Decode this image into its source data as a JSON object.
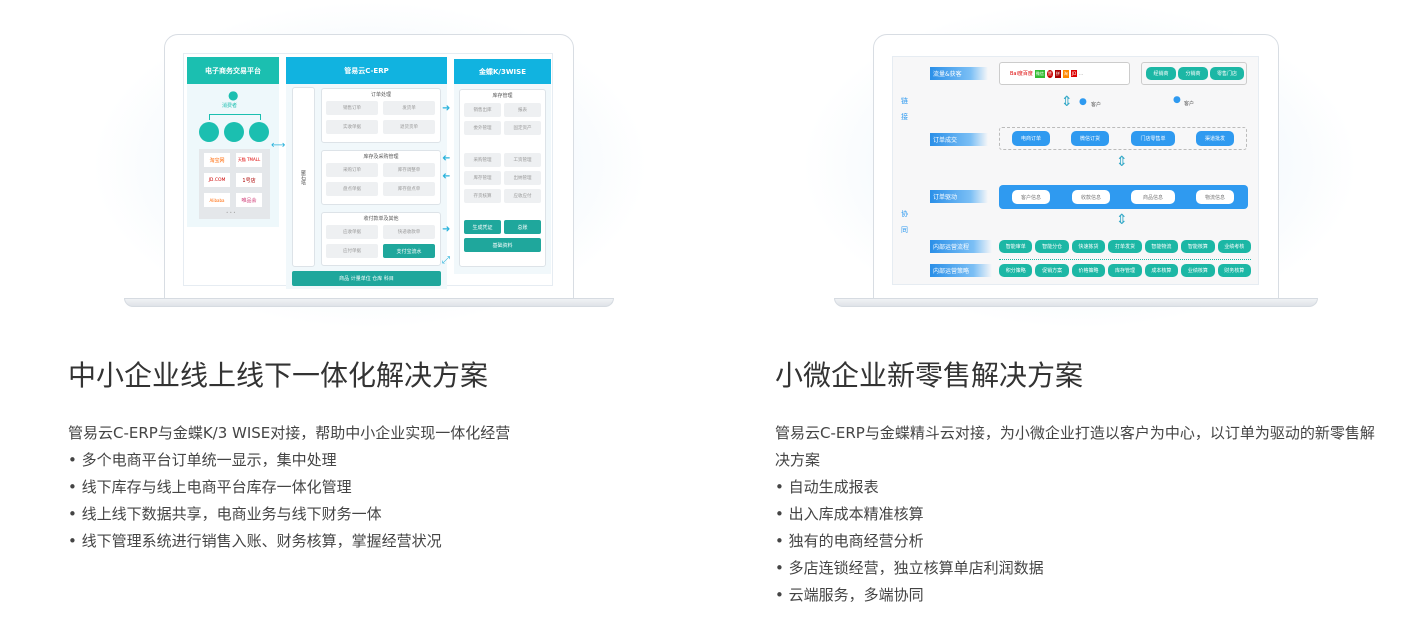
{
  "left": {
    "title": "中小企业线上线下一体化解决方案",
    "intro": "管易云C-ERP与金蝶K/3 WISE对接，帮助中小企业实现一体化经营",
    "bullets": [
      "• 多个电商平台订单统一显示，集中处理",
      "• 线下库存与线上电商平台库存一体化管理",
      "• 线上线下数据共享，电商业务与线下财务一体",
      "• 线下管理系统进行销售入账、财务核算，掌握经营状况"
    ],
    "diagram": {
      "p1": "电子商务交易平台",
      "consumer": "消费者",
      "platforms": [
        "淘宝网",
        "天猫 TMALL",
        "JD.COM",
        "1号店",
        "Alibaba",
        "唯品会"
      ],
      "more": "• • •",
      "p2": "管易云C-ERP",
      "jushita": "聚石塔",
      "g1": {
        "title": "订单处理",
        "items": [
          "销售订单",
          "发货单",
          "实收单据",
          "退货货单"
        ]
      },
      "g2": {
        "title": "库存及采购管理",
        "items": [
          "采购订单",
          "库存调整单",
          "盘点单据",
          "库存盘点单"
        ]
      },
      "g3": {
        "title": "收付款单及其他",
        "items": [
          "应收单据",
          "快递收款单",
          "应付单据",
          "支付宝流水"
        ]
      },
      "bottom": "商品 计量单位 仓库 科目",
      "p3": "金蝶K/3WISE",
      "stock": "库存管理",
      "k1": [
        "销售出库",
        "报表",
        "委外管理",
        "固定资产"
      ],
      "k2": [
        "采购管理",
        "工资管理",
        "库存管理",
        "出纳管理",
        "存货核算",
        "应收应付"
      ],
      "voucher": "生成凭证",
      "ledger": "总账",
      "basic": "基础资料"
    }
  },
  "right": {
    "title": "小微企业新零售解决方案",
    "intro": "管易云C-ERP与金蝶精斗云对接，为小微企业打造以客户为中心，以订单为驱动的新零售解决方案",
    "bullets": [
      "• 自动生成报表",
      "• 出入库成本精准核算",
      "• 独有的电商经营分析",
      "• 多店连锁经营，独立核算单店利润数据",
      "• 云端服务，多端协同"
    ],
    "diagram": {
      "side1": "链接",
      "side2": "协同",
      "rows": [
        "流量&获客",
        "订单成交",
        "订单驱动",
        "内部运营流程",
        "内部运营策略"
      ],
      "logos": [
        "Bai度百度",
        "微信",
        "赞",
        "拼",
        "淘",
        "JD",
        "..."
      ],
      "channels": [
        "经销商",
        "分销商",
        "零售门店"
      ],
      "customer": "客户",
      "orders": [
        "电商订单",
        "微信订货",
        "门店零售单",
        "渠道批发"
      ],
      "info": [
        "客户信息",
        "收款信息",
        "商品信息",
        "物流信息"
      ],
      "process": [
        "智能审单",
        "智能分仓",
        "快速拣货",
        "打单发货",
        "智能物流",
        "智能核算",
        "业绩考核"
      ],
      "strategy": [
        "积分策略",
        "促销方案",
        "价格策略",
        "库存管理",
        "成本核算",
        "业绩核算",
        "财务核算"
      ]
    }
  }
}
